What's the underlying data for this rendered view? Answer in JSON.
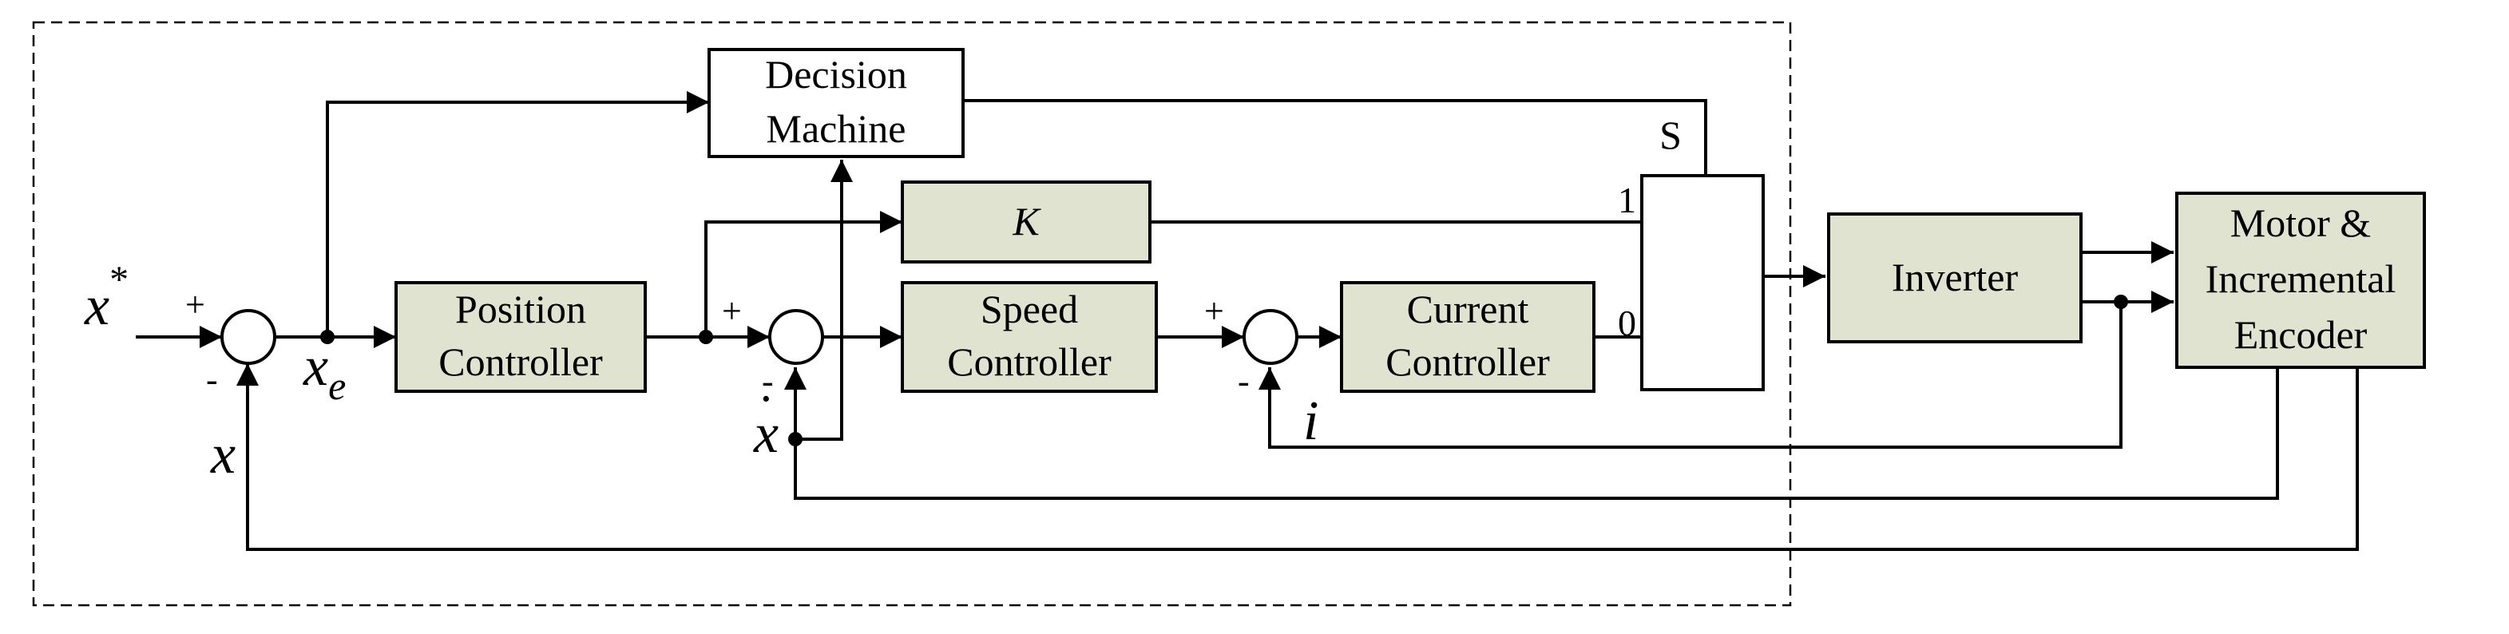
{
  "blocks": {
    "decision_machine": [
      "Decision",
      "Machine"
    ],
    "position_controller": [
      "Position",
      "Controller"
    ],
    "gain": "K",
    "speed_controller": [
      "Speed",
      "Controller"
    ],
    "current_controller": [
      "Current",
      "Controller"
    ],
    "inverter": "Inverter",
    "motor_encoder": [
      "Motor &",
      "Incremental",
      "Encoder"
    ]
  },
  "switch": {
    "label": "S",
    "input_1": "1",
    "input_0": "0"
  },
  "signals": {
    "reference": "x",
    "reference_sup": "*",
    "error": "x",
    "error_sub": "e",
    "position": "x",
    "speed": "x",
    "speed_dot": "·",
    "current": "i"
  },
  "signs": {
    "plus": "+",
    "minus": "-"
  }
}
